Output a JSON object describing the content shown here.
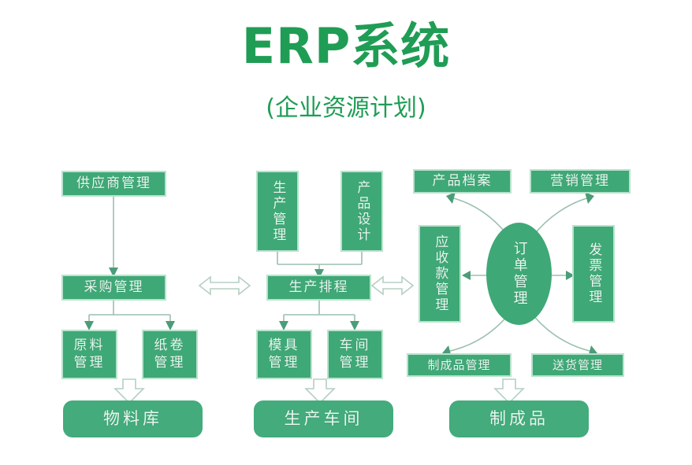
{
  "header": {
    "title": "ERP系统",
    "subtitle": "(企业资源计划)",
    "accent_color": "#1f9d55",
    "node_fill": "#3fa877",
    "node_border": "#b9e3cd",
    "node_text": "#e9f7ef",
    "wire_color": "#9bbfae"
  },
  "diagram": {
    "type": "flowchart",
    "columns": [
      {
        "name": "procurement-column",
        "nodes": [
          {
            "id": "supplier-management",
            "label": "供应商管理",
            "shape": "rect"
          },
          {
            "id": "purchase-management",
            "label": "采购管理",
            "shape": "rect"
          },
          {
            "id": "raw-material-management",
            "label": "原料\n管理",
            "shape": "rect"
          },
          {
            "id": "paper-roll-management",
            "label": "纸卷\n管理",
            "shape": "rect"
          },
          {
            "id": "material-warehouse",
            "label": "物料库",
            "shape": "pill"
          }
        ]
      },
      {
        "name": "production-column",
        "nodes": [
          {
            "id": "production-management",
            "label": "生产管理",
            "shape": "rect-vertical"
          },
          {
            "id": "product-design",
            "label": "产品设计",
            "shape": "rect-vertical"
          },
          {
            "id": "production-scheduling",
            "label": "生产排程",
            "shape": "rect"
          },
          {
            "id": "mold-management",
            "label": "模具\n管理",
            "shape": "rect"
          },
          {
            "id": "workshop-management",
            "label": "车间\n管理",
            "shape": "rect"
          },
          {
            "id": "production-workshop",
            "label": "生产车间",
            "shape": "pill"
          }
        ]
      },
      {
        "name": "order-column",
        "nodes": [
          {
            "id": "product-archive",
            "label": "产品档案",
            "shape": "rect"
          },
          {
            "id": "marketing-management",
            "label": "营销管理",
            "shape": "rect"
          },
          {
            "id": "receivables-management",
            "label": "应收款管理",
            "shape": "rect-vertical"
          },
          {
            "id": "order-management",
            "label": "订单管理",
            "shape": "ellipse"
          },
          {
            "id": "invoice-management",
            "label": "发票管理",
            "shape": "rect-vertical"
          },
          {
            "id": "finished-goods-management",
            "label": "制成品管理",
            "shape": "rect"
          },
          {
            "id": "delivery-management",
            "label": "送货管理",
            "shape": "rect"
          },
          {
            "id": "finished-goods",
            "label": "制成品",
            "shape": "pill"
          }
        ]
      }
    ],
    "connectors": [
      {
        "from": "supplier-management",
        "to": "purchase-management",
        "style": "solid-arrow-down"
      },
      {
        "from": "purchase-management",
        "to": "raw-material-management",
        "style": "solid-arrow-down"
      },
      {
        "from": "purchase-management",
        "to": "paper-roll-management",
        "style": "solid-arrow-down"
      },
      {
        "from": "raw-material-management",
        "to": "material-warehouse",
        "style": "hollow-arrow-down"
      },
      {
        "from": "production-management",
        "to": "production-scheduling",
        "style": "solid-arrow-down"
      },
      {
        "from": "product-design",
        "to": "production-scheduling",
        "style": "solid-arrow-down"
      },
      {
        "from": "production-scheduling",
        "to": "mold-management",
        "style": "solid-arrow-down"
      },
      {
        "from": "production-scheduling",
        "to": "workshop-management",
        "style": "solid-arrow-down"
      },
      {
        "from": "mold-management",
        "to": "production-workshop",
        "style": "hollow-arrow-down"
      },
      {
        "from": "purchase-management",
        "to": "production-scheduling",
        "style": "hollow-double-arrow"
      },
      {
        "from": "production-scheduling",
        "to": "receivables-management",
        "style": "hollow-double-arrow"
      },
      {
        "from": "order-management",
        "to": "receivables-management",
        "style": "solid-arrow-left"
      },
      {
        "from": "order-management",
        "to": "invoice-management",
        "style": "solid-arrow-right"
      },
      {
        "from": "order-management",
        "to": "product-archive",
        "style": "curved-arrow"
      },
      {
        "from": "order-management",
        "to": "marketing-management",
        "style": "curved-arrow"
      },
      {
        "from": "order-management",
        "to": "finished-goods-management",
        "style": "curved-arrow"
      },
      {
        "from": "order-management",
        "to": "delivery-management",
        "style": "curved-arrow"
      },
      {
        "from": "finished-goods-management",
        "to": "finished-goods",
        "style": "hollow-arrow-down"
      }
    ]
  }
}
